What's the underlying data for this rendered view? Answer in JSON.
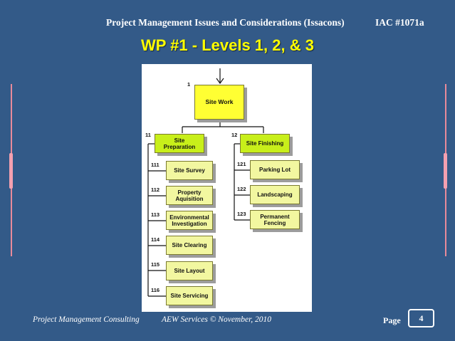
{
  "header": {
    "title": "Project Management Issues and Considerations (Issacons)",
    "code": "IAC #1071a"
  },
  "slide": {
    "title": "WP #1 - Levels 1, 2, & 3"
  },
  "wbs": {
    "root": {
      "number": "1",
      "label": "Site Work"
    },
    "branches": [
      {
        "number": "11",
        "label": "Site Preparation",
        "children": [
          {
            "number": "111",
            "label": "Site Survey"
          },
          {
            "number": "112",
            "label": "Property Aquisition"
          },
          {
            "number": "113",
            "label": "Environmental Investigation"
          },
          {
            "number": "114",
            "label": "Site Clearing"
          },
          {
            "number": "115",
            "label": "Site Layout"
          },
          {
            "number": "116",
            "label": "Site Servicing"
          }
        ]
      },
      {
        "number": "12",
        "label": "Site Finishing",
        "children": [
          {
            "number": "121",
            "label": "Parking Lot"
          },
          {
            "number": "122",
            "label": "Landscaping"
          },
          {
            "number": "123",
            "label": "Permanent Fencing"
          }
        ]
      }
    ]
  },
  "footer": {
    "company": "Project Management Consulting",
    "copyright": "AEW  Services © November, 2010",
    "page_label": "Page",
    "page_number": "4"
  },
  "colors": {
    "background": "#335a88",
    "title": "#ffff00",
    "root_fill": "#ffff33",
    "level2_fill": "#c8ef1a",
    "level3_fill": "#f2f7a0"
  }
}
